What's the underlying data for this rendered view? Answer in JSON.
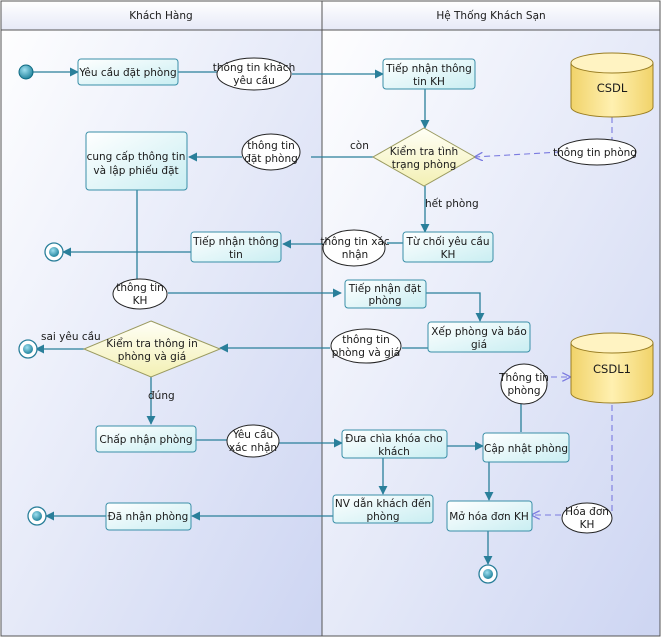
{
  "lanes": {
    "left": "Khách Hàng",
    "right": "Hệ Thống Khách Sạn"
  },
  "activities": {
    "yeu_cau_dat_phong": [
      "Yêu cầu đặt phòng"
    ],
    "tiep_nhan_thong_tin_kh": [
      "Tiếp nhận thông",
      "tin KH"
    ],
    "cung_cap_thong_tin": [
      "cung cấp thông tin",
      "và lập phiếu đặt"
    ],
    "tiep_nhan_thong_tin": [
      "Tiếp nhận thông",
      "tin"
    ],
    "tu_choi_yeu_cau": [
      "Từ chối yêu cầu",
      "KH"
    ],
    "tiep_nhan_dat_phong": [
      "Tiếp nhận đặt",
      "phòng"
    ],
    "xep_phong": [
      "Xếp phòng và báo",
      "giá"
    ],
    "chap_nhan_phong": [
      "Chấp nhận phòng"
    ],
    "dua_chia_khoa": [
      "Đưa chìa khóa cho",
      "khách"
    ],
    "cap_nhat_phong": [
      "Cập nhật phòng"
    ],
    "nv_dan_khach": [
      "NV dẫn khách đến",
      "phòng"
    ],
    "mo_hoa_don": [
      "Mở hóa đơn KH"
    ],
    "da_nhan_phong": [
      "Đã nhận phòng"
    ]
  },
  "decisions": {
    "kiem_tra_tinh_trang": [
      "Kiểm tra tình",
      "trạng phòng"
    ],
    "kiem_tra_thong_tin": [
      "Kiểm tra thông in",
      "phòng và giá"
    ]
  },
  "objects": {
    "thong_tin_khach_yeu_cau": [
      "thông tin khách",
      "yêu cầu"
    ],
    "thong_tin_dat_phong": [
      "thông tin",
      "đặt phòng"
    ],
    "thong_tin_phong": [
      "thông tin phòng"
    ],
    "thong_tin_xac_nhan": [
      "thông tin xác",
      "nhận"
    ],
    "thong_tin_kh": [
      "thông tin",
      "KH"
    ],
    "thong_tin_phong_va_gia": [
      "thông tin",
      "phòng và giá"
    ],
    "thong_tin_phong_2": [
      "Thông tin",
      "phòng"
    ],
    "yeu_cau_xac_nhan": [
      "Yêu cầu",
      "xác nhận"
    ],
    "hoa_don_kh": [
      "Hóa đơn",
      "KH"
    ]
  },
  "datastores": {
    "csdl": "CSDL",
    "csdl1": "CSDL1"
  },
  "guards": {
    "con": "còn",
    "het_phong": "hết phòng",
    "sai_yeu_cau": "sai yêu cầu",
    "dung": "đúng"
  }
}
